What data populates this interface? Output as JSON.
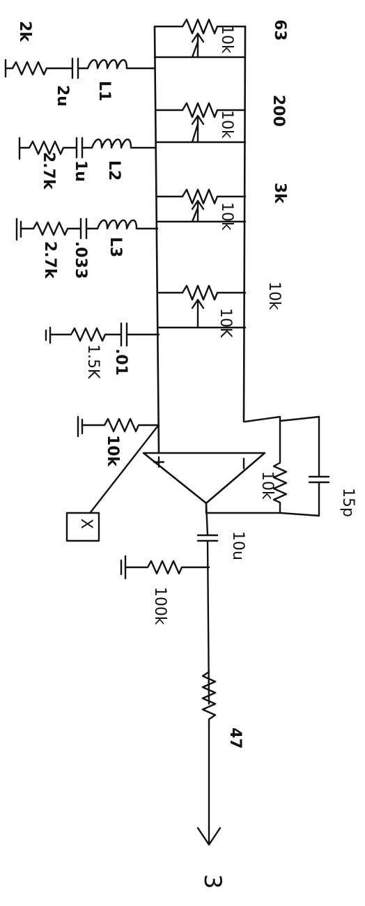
{
  "bands": [
    {
      "freq": "63",
      "pot": "10k",
      "coil": "L1",
      "cap": "2u",
      "res": "2k"
    },
    {
      "freq": "200",
      "pot": "10k",
      "coil": "L2",
      "cap": "1u",
      "res": "2.7k"
    },
    {
      "freq": "3k",
      "pot": "10k",
      "coil": "L3",
      "cap": ".033",
      "res": "2.7k"
    },
    {
      "freq": "10k",
      "pot": "10K",
      "cap": ".01",
      "res": "1.5K"
    }
  ],
  "input": {
    "res": "10k",
    "box": "X"
  },
  "feedback": {
    "res": "10k",
    "cap": "15p"
  },
  "output": {
    "cap": "10u",
    "res_gnd": "100k",
    "res_series": "47"
  },
  "page_number": "3"
}
